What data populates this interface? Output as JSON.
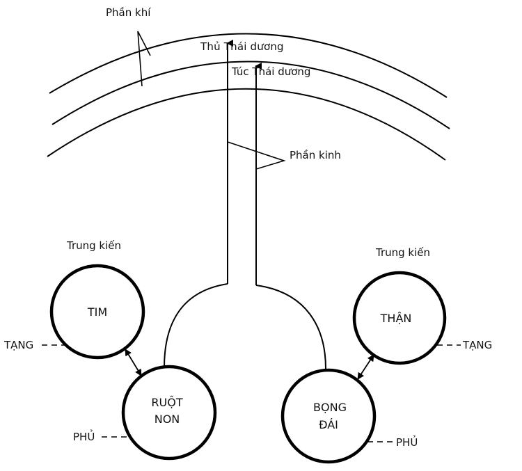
{
  "diagram": {
    "labels": {
      "phan_khi": "Phần khí",
      "thu_thai_duong": "Thủ Thái dương",
      "tuc_thai_duong": "Túc Thái dương",
      "phan_kinh": "Phần kinh",
      "trung_kien_left": "Trung kiến",
      "trung_kien_right": "Trung kiến",
      "tang_left": "TẠNG",
      "tang_right": "TẠNG",
      "phu_left": "PHỦ",
      "phu_right": "PHỦ"
    },
    "organs": {
      "tim": {
        "line1": "TIM"
      },
      "ruot_non": {
        "line1": "RUỘT",
        "line2": "NON"
      },
      "than": {
        "line1": "THẬN"
      },
      "bong_dai": {
        "line1": "BỌNG",
        "line2": "ĐÁI"
      }
    }
  }
}
